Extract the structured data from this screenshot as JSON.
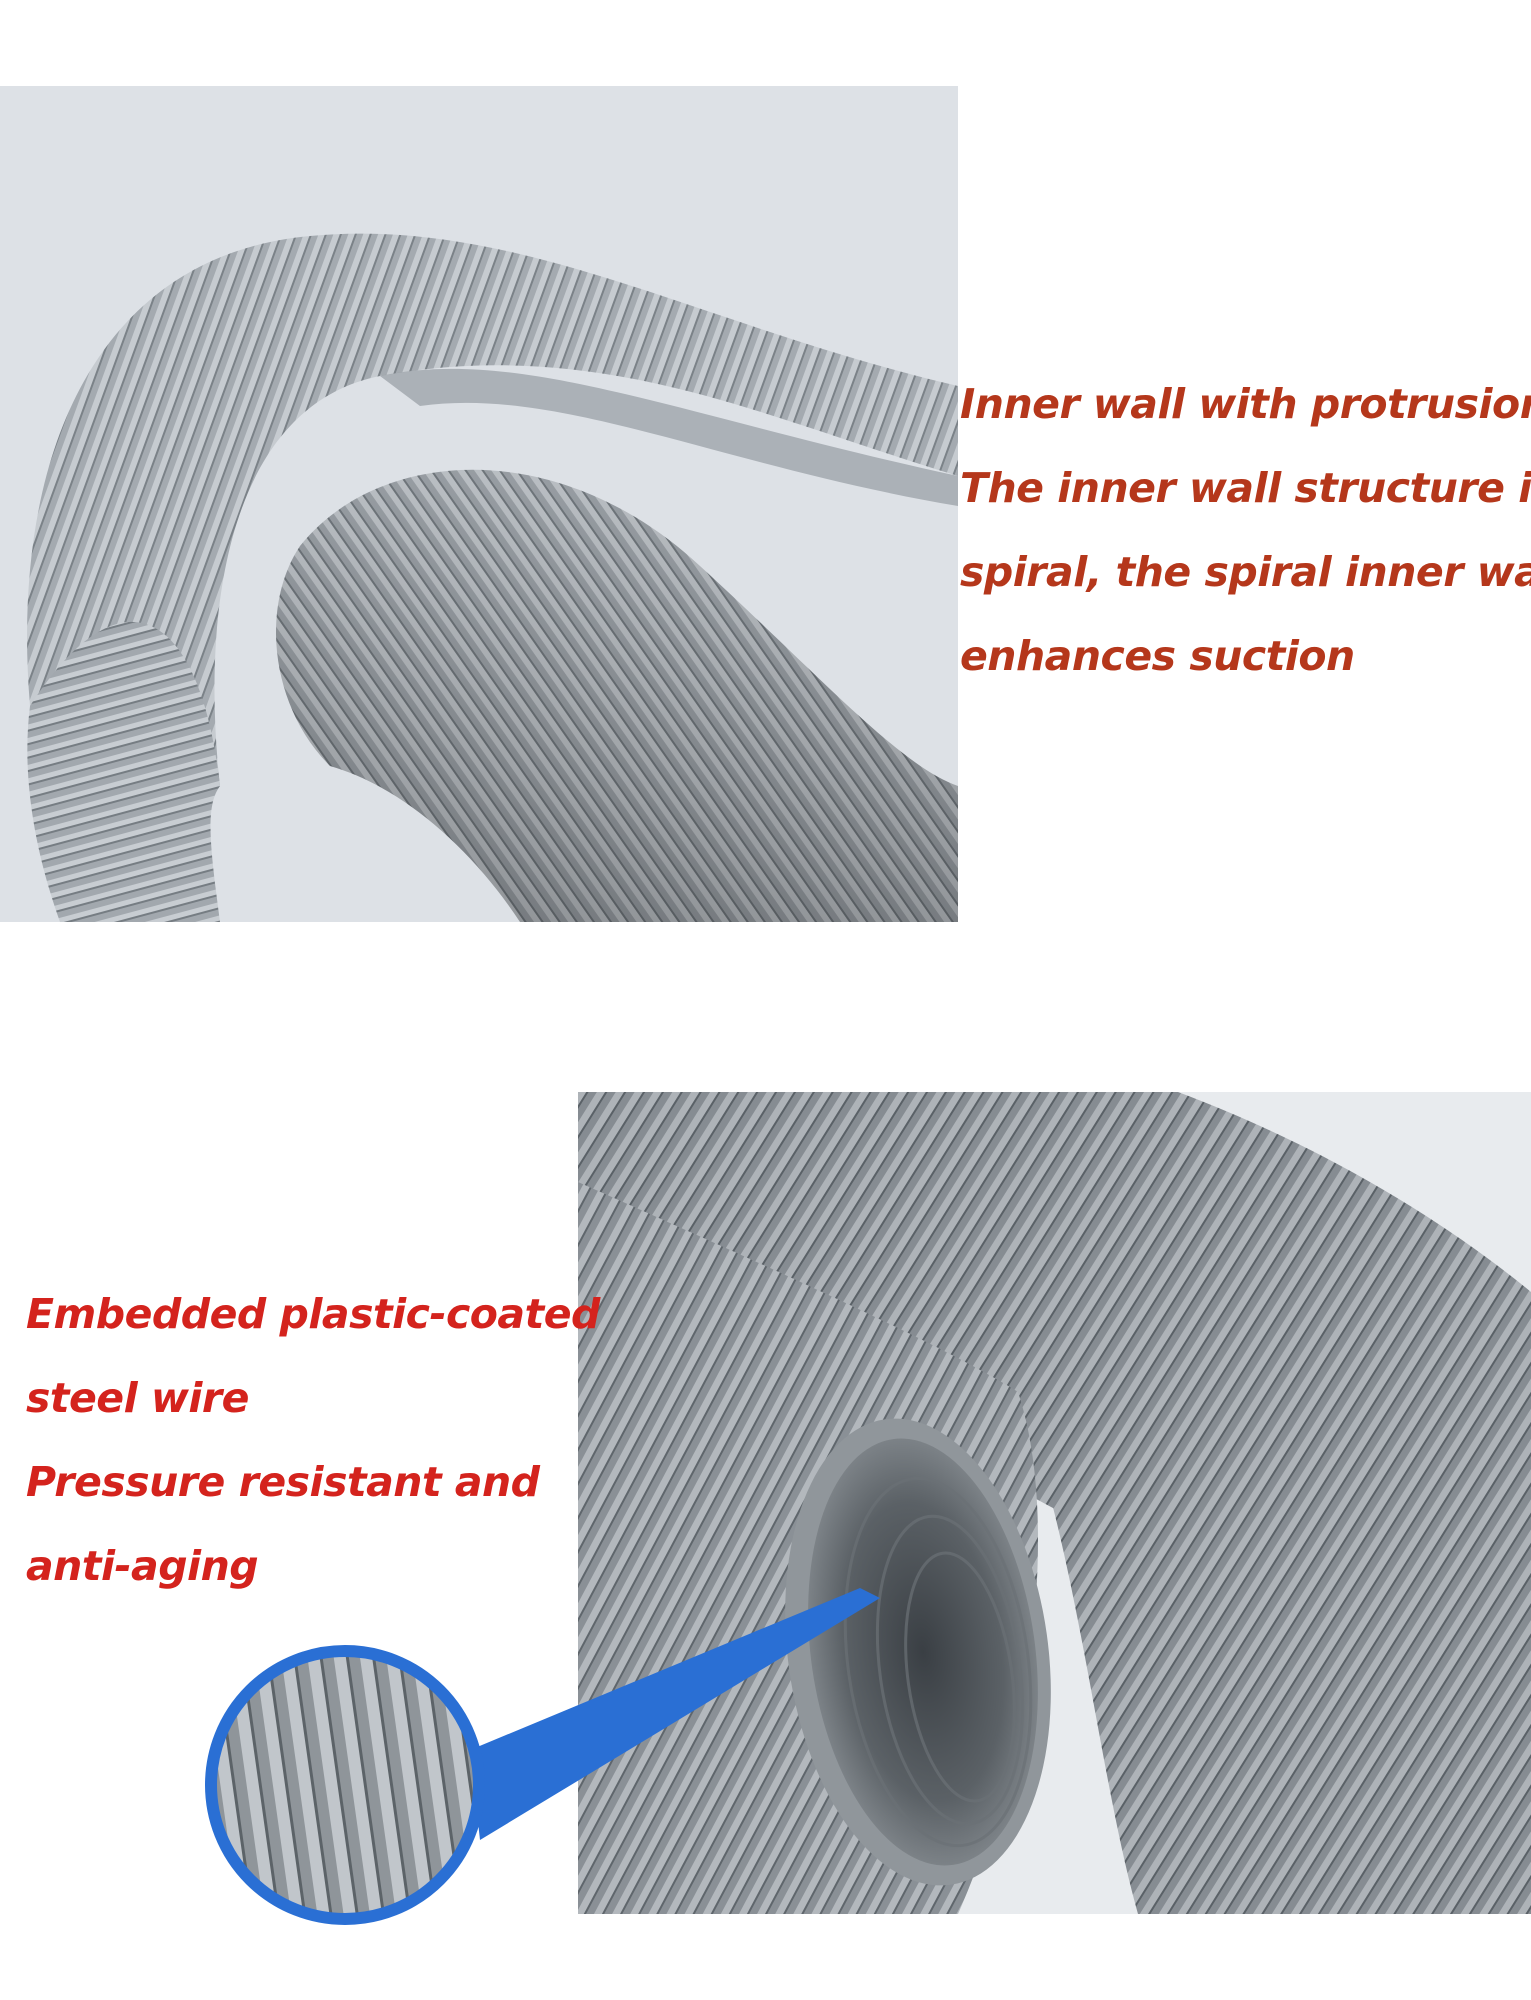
{
  "top_section": {
    "caption_lines": [
      "Inner wall with protrusions",
      "The inner wall structure is",
      "spiral, the spiral inner wall",
      "enhances suction"
    ],
    "caption_color": "#b5371b"
  },
  "bottom_section": {
    "caption_lines": [
      "Embedded plastic-coated",
      "steel wire",
      "Pressure resistant and",
      "anti-aging"
    ],
    "caption_color": "#d4231d"
  },
  "colors": {
    "hose_gray": "#9da3a9",
    "hose_highlight": "#c3c8cd",
    "hose_shadow": "#6f767c",
    "zoom_ring": "#2a6fd4"
  }
}
